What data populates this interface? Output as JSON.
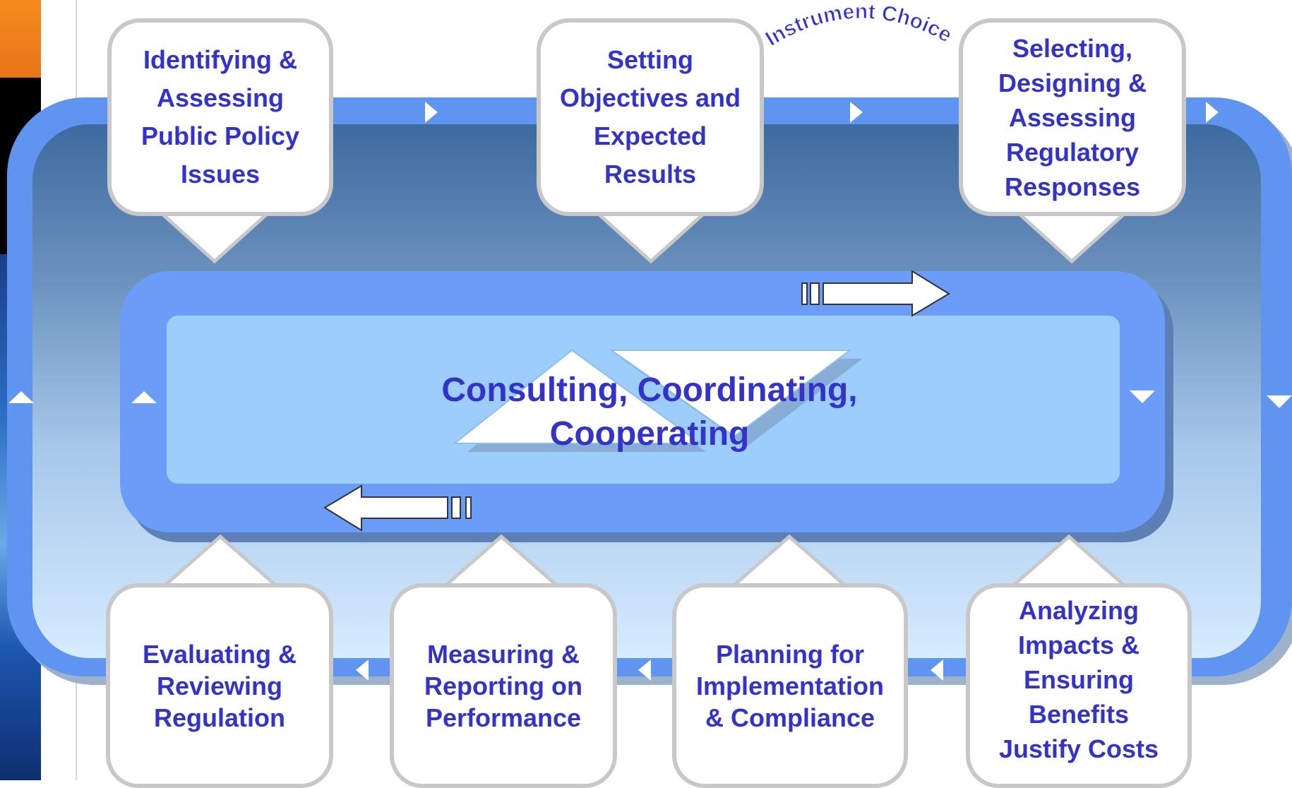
{
  "diagram": {
    "center_label": "Consulting, Coordinating, Cooperating",
    "arc_label": "Instrument Choice",
    "top_steps": [
      {
        "label": "Identifying & Assessing Public Policy Issues"
      },
      {
        "label": "Setting Objectives and Expected Results"
      },
      {
        "label": "Selecting, Designing & Assessing Regulatory Responses"
      }
    ],
    "bottom_steps": [
      {
        "label": "Evaluating & Reviewing Regulation"
      },
      {
        "label": "Measuring & Reporting on Performance"
      },
      {
        "label": "Planning for Implementation & Compliance"
      },
      {
        "label": "Analyzing Impacts & Ensuring Benefits Justify Costs"
      }
    ]
  },
  "colors": {
    "text": "#3333cc",
    "outer_ring": "#5f95f0",
    "inner_ring": "#6a9cf8",
    "core": "#9ccdfb",
    "box_border": "#c8c8c8"
  }
}
